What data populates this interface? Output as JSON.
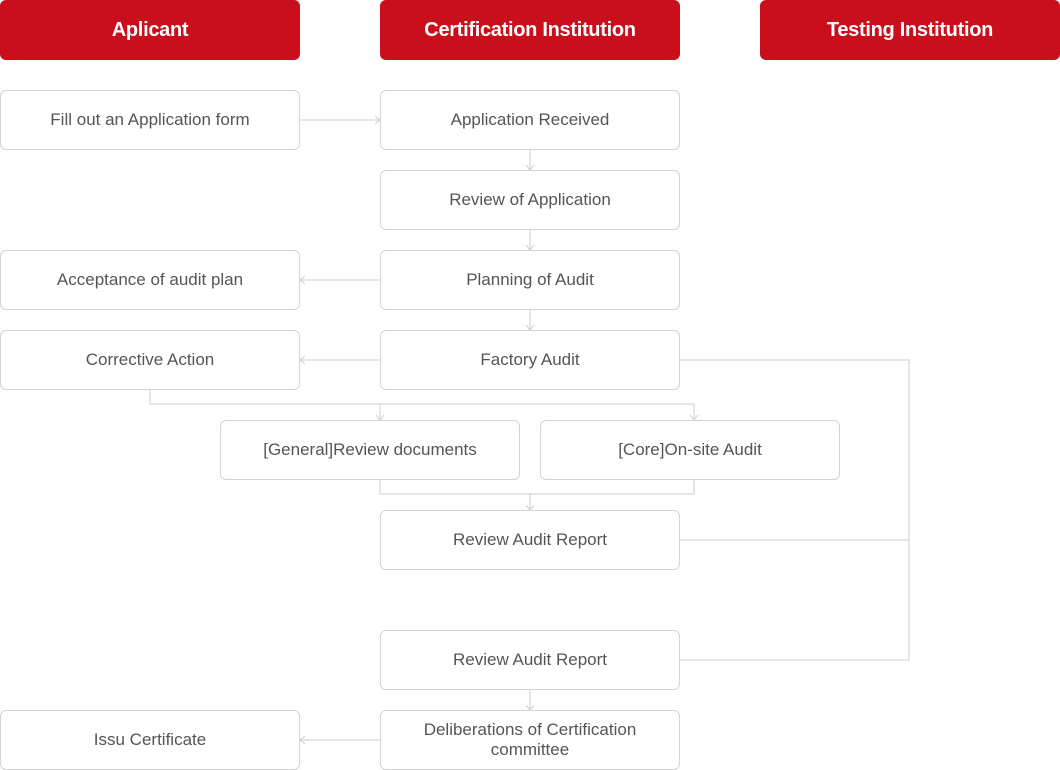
{
  "headers": {
    "applicant": "Aplicant",
    "certification": "Certification Institution",
    "testing": "Testing Institution"
  },
  "steps": {
    "fill_form": "Fill out an Application form",
    "app_received": "Application Received",
    "review_app": "Review of Application",
    "acceptance": "Acceptance of audit plan",
    "planning": "Planning of Audit",
    "corrective": "Corrective Action",
    "factory_audit": "Factory Audit",
    "general_review": "[General]Review documents",
    "core_audit": "[Core]On-site Audit",
    "review_report_1": "Review Audit Report",
    "review_report_2": "Review Audit Report",
    "deliberations": "Deliberations of Certification committee",
    "issue_cert": "Issu Certificate"
  },
  "colors": {
    "header_bg": "#c80f1b",
    "header_text": "#ffffff",
    "box_border": "#d3d3d3",
    "box_text": "#555555",
    "connector": "#cccccc"
  }
}
